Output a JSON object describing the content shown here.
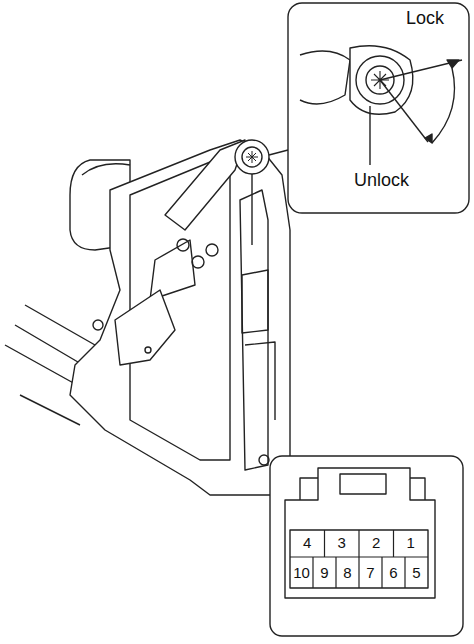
{
  "diagram": {
    "labels": [
      "Lock",
      "Unlock",
      "4",
      "3",
      "2",
      "1",
      "10",
      "9",
      "8",
      "7",
      "6",
      "5"
    ]
  }
}
